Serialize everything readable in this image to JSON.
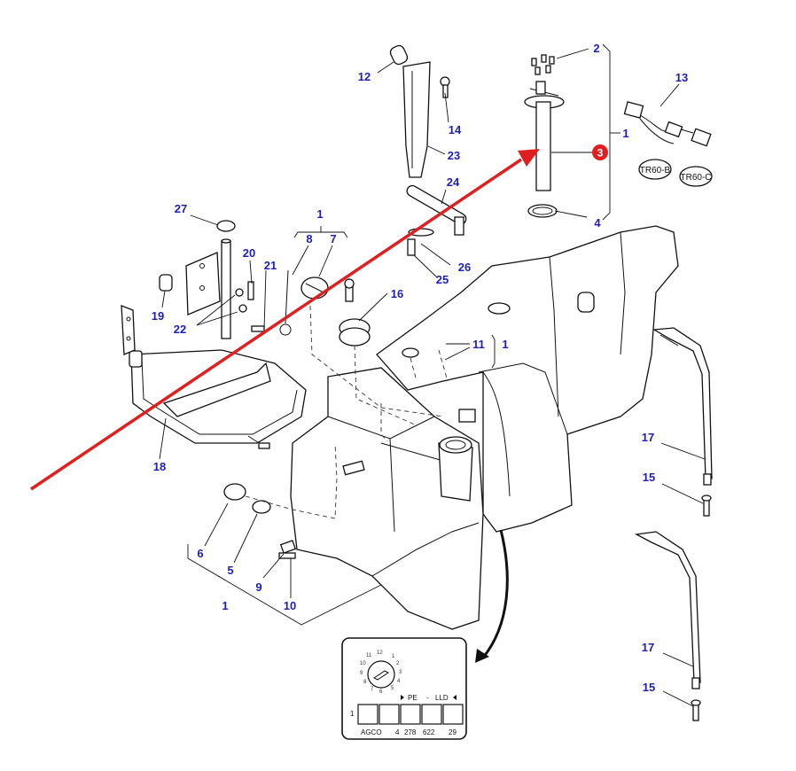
{
  "callouts": {
    "c1_top": "1",
    "c1_mid": "1",
    "c1_right": "1",
    "c1_bottom": "1",
    "c2": "2",
    "c4": "4",
    "c5": "5",
    "c6": "6",
    "c7": "7",
    "c8": "8",
    "c9": "9",
    "c10": "10",
    "c11": "11",
    "c12": "12",
    "c13": "13",
    "c14": "14",
    "c15_a": "15",
    "c15_b": "15",
    "c16": "16",
    "c17_a": "17",
    "c17_b": "17",
    "c18": "18",
    "c19": "19",
    "c20": "20",
    "c21": "21",
    "c22": "22",
    "c23": "23",
    "c24": "24",
    "c25": "25",
    "c26": "26",
    "c27": "27"
  },
  "highlight": {
    "number": "3",
    "color": "#e02020"
  },
  "connector_tags": {
    "b": "TR60-B",
    "c": "TR60-C"
  },
  "ident_box": {
    "dial_numbers": [
      "1",
      "2",
      "3",
      "4",
      "5",
      "6",
      "7",
      "8",
      "9",
      "10",
      "11",
      "12"
    ],
    "row_number": "1",
    "header_pe": "PE",
    "header_dash": "-",
    "header_lld": "LLD",
    "footer_brand": "AGCO",
    "footer_code1": "4",
    "footer_code2": "278",
    "footer_code3": "622",
    "footer_page": "29"
  },
  "colors": {
    "callout_blue": "#1f1fb8",
    "arrow_red": "#e02020",
    "line": "#111111"
  }
}
